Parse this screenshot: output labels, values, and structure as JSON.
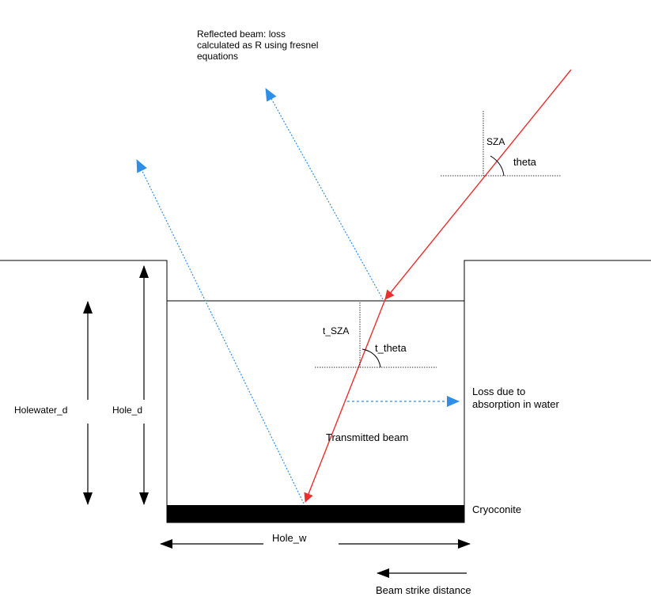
{
  "labels": {
    "reflected_line1": "Reflected beam: loss",
    "reflected_line2": "calculated as R using fresnel",
    "reflected_line3": "equations",
    "sza": "SZA",
    "theta": "theta",
    "t_sza": "t_SZA",
    "t_theta": "t_theta",
    "loss_line1": "Loss due to",
    "loss_line2": "absorption in water",
    "transmitted": "Transmitted beam",
    "holewater_d": "Holewater_d",
    "hole_d": "Hole_d",
    "cryoconite": "Cryoconite",
    "hole_w": "Hole_w",
    "beam_strike": "Beam strike distance"
  },
  "colors": {
    "incident_beam": "#e8302f",
    "reflected_beam": "#2f8ee8",
    "outline": "#000000",
    "cryoconite_fill": "#000000"
  }
}
